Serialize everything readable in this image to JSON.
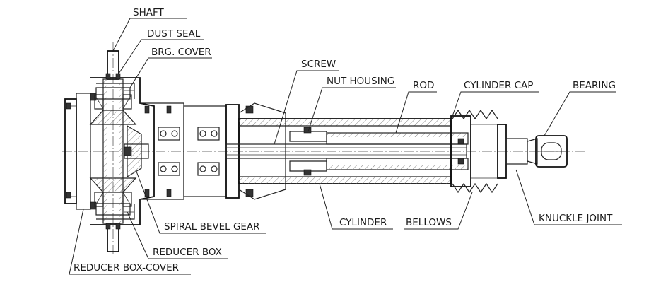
{
  "labels": {
    "shaft": "SHAFT",
    "dust_seal": "DUST SEAL",
    "brg_cover": "BRG. COVER",
    "screw": "SCREW",
    "nut_housing": "NUT HOUSING",
    "rod": "ROD",
    "cylinder_cap": "CYLINDER CAP",
    "bearing": "BEARING",
    "spiral_bevel_gear": "SPIRAL BEVEL GEAR",
    "reducer_box": "REDUCER BOX",
    "reducer_box_cover": "REDUCER BOX-COVER",
    "cylinder": "CYLINDER",
    "bellows": "BELLOWS",
    "knuckle_joint": "KNUCKLE JOINT"
  }
}
